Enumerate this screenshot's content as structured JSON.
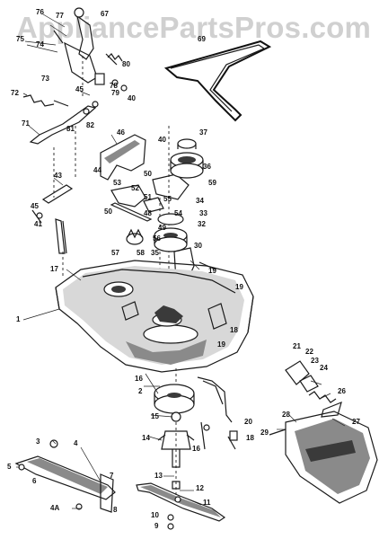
{
  "watermark": "AppliancePartsPros.com",
  "callouts": [
    {
      "id": "76",
      "label": "76"
    },
    {
      "id": "77",
      "label": "77"
    },
    {
      "id": "67",
      "label": "67"
    },
    {
      "id": "75",
      "label": "75"
    },
    {
      "id": "74",
      "label": "74"
    },
    {
      "id": "69",
      "label": "69"
    },
    {
      "id": "73",
      "label": "73"
    },
    {
      "id": "80",
      "label": "80"
    },
    {
      "id": "78",
      "label": "78"
    },
    {
      "id": "79",
      "label": "79"
    },
    {
      "id": "40a",
      "label": "40"
    },
    {
      "id": "72",
      "label": "72"
    },
    {
      "id": "45a",
      "label": "45"
    },
    {
      "id": "81",
      "label": "81"
    },
    {
      "id": "82",
      "label": "82"
    },
    {
      "id": "71",
      "label": "71"
    },
    {
      "id": "46",
      "label": "46"
    },
    {
      "id": "40b",
      "label": "40"
    },
    {
      "id": "37",
      "label": "37"
    },
    {
      "id": "44",
      "label": "44"
    },
    {
      "id": "50a",
      "label": "50"
    },
    {
      "id": "36",
      "label": "36"
    },
    {
      "id": "43",
      "label": "43"
    },
    {
      "id": "59",
      "label": "59"
    },
    {
      "id": "53",
      "label": "53"
    },
    {
      "id": "52",
      "label": "52"
    },
    {
      "id": "51",
      "label": "51"
    },
    {
      "id": "34",
      "label": "34"
    },
    {
      "id": "55",
      "label": "55"
    },
    {
      "id": "54",
      "label": "54"
    },
    {
      "id": "33",
      "label": "33"
    },
    {
      "id": "45b",
      "label": "45"
    },
    {
      "id": "50b",
      "label": "50"
    },
    {
      "id": "48",
      "label": "48"
    },
    {
      "id": "32",
      "label": "32"
    },
    {
      "id": "49",
      "label": "49"
    },
    {
      "id": "56",
      "label": "56"
    },
    {
      "id": "30",
      "label": "30"
    },
    {
      "id": "41",
      "label": "41"
    },
    {
      "id": "57",
      "label": "57"
    },
    {
      "id": "58",
      "label": "58"
    },
    {
      "id": "35",
      "label": "35"
    },
    {
      "id": "17",
      "label": "17"
    },
    {
      "id": "19a",
      "label": "19"
    },
    {
      "id": "19b",
      "label": "19"
    },
    {
      "id": "1",
      "label": "1"
    },
    {
      "id": "18",
      "label": "18"
    },
    {
      "id": "19c",
      "label": "19"
    },
    {
      "id": "21",
      "label": "21"
    },
    {
      "id": "22",
      "label": "22"
    },
    {
      "id": "23",
      "label": "23"
    },
    {
      "id": "24",
      "label": "24"
    },
    {
      "id": "2",
      "label": "2"
    },
    {
      "id": "16",
      "label": "16"
    },
    {
      "id": "26",
      "label": "26"
    },
    {
      "id": "15",
      "label": "15"
    },
    {
      "id": "28",
      "label": "28"
    },
    {
      "id": "27",
      "label": "27"
    },
    {
      "id": "29",
      "label": "29"
    },
    {
      "id": "20",
      "label": "20"
    },
    {
      "id": "14",
      "label": "14"
    },
    {
      "id": "16b",
      "label": "16"
    },
    {
      "id": "18b",
      "label": "18"
    },
    {
      "id": "3",
      "label": "3"
    },
    {
      "id": "4",
      "label": "4"
    },
    {
      "id": "5",
      "label": "5"
    },
    {
      "id": "6",
      "label": "6"
    },
    {
      "id": "7",
      "label": "7"
    },
    {
      "id": "13",
      "label": "13"
    },
    {
      "id": "12",
      "label": "12"
    },
    {
      "id": "11",
      "label": "11"
    },
    {
      "id": "4A",
      "label": "4A"
    },
    {
      "id": "8",
      "label": "8"
    },
    {
      "id": "10",
      "label": "10"
    },
    {
      "id": "9",
      "label": "9"
    }
  ]
}
